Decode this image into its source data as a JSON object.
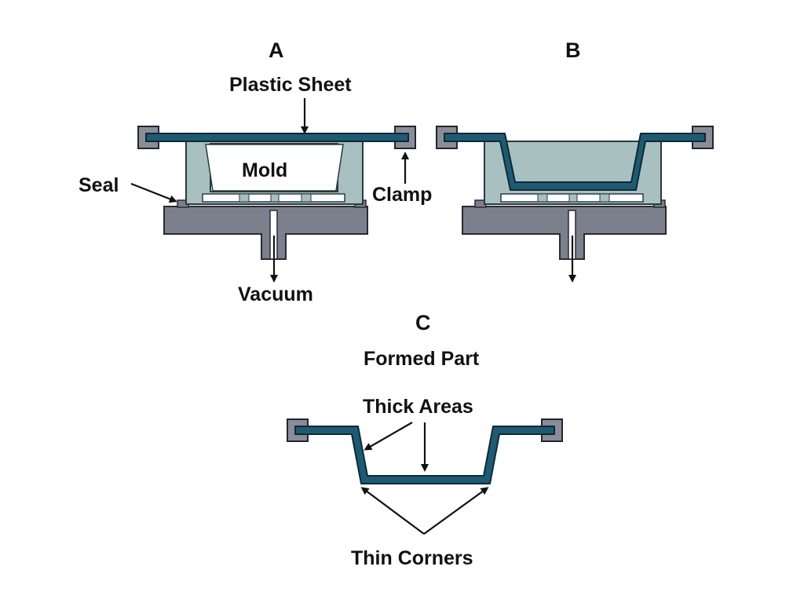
{
  "panels": {
    "a": {
      "letter": "A"
    },
    "b": {
      "letter": "B"
    },
    "c": {
      "letter": "C",
      "title": "Formed Part"
    }
  },
  "labels": {
    "plastic_sheet": "Plastic Sheet",
    "mold": "Mold",
    "seal": "Seal",
    "clamp": "Clamp",
    "vacuum": "Vacuum",
    "thick_areas": "Thick Areas",
    "thin_corners": "Thin Corners"
  },
  "colors": {
    "sheet": "#1f5a73",
    "sheet_outline": "#0d2a36",
    "mold": "#a8c0c0",
    "mold_outline": "#2a3a40",
    "base": "#7c7f8c",
    "base_outline": "#2a2a35",
    "clamp": "#8a8d98",
    "clamp_outline": "#222630"
  }
}
